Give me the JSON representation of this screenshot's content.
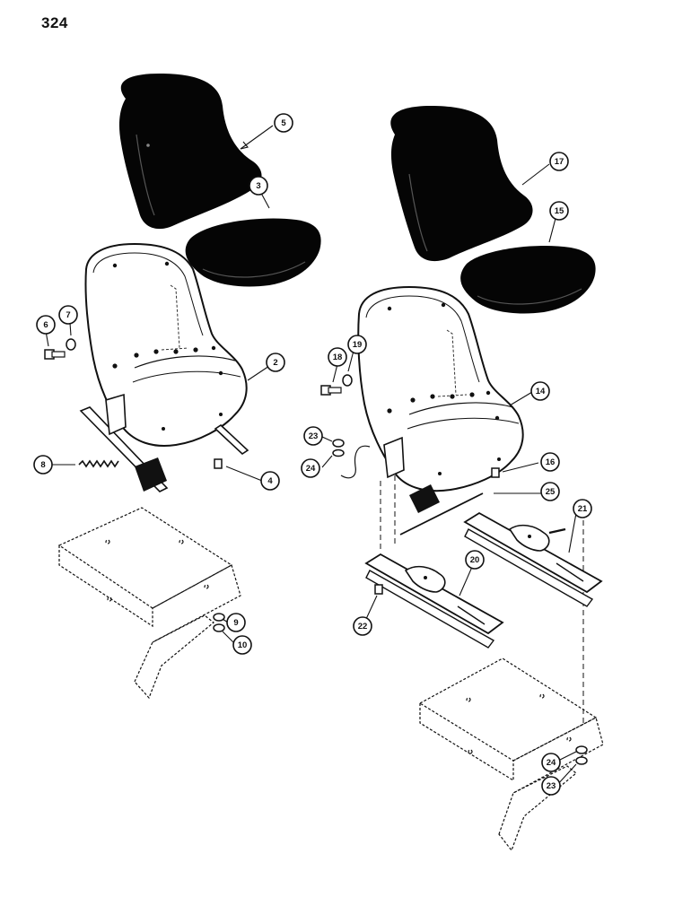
{
  "page": {
    "number": "324"
  },
  "callouts": [
    {
      "id": "c5",
      "label": "5"
    },
    {
      "id": "c3",
      "label": "3"
    },
    {
      "id": "c17",
      "label": "17"
    },
    {
      "id": "c15",
      "label": "15"
    },
    {
      "id": "c6",
      "label": "6"
    },
    {
      "id": "c7",
      "label": "7"
    },
    {
      "id": "c2",
      "label": "2"
    },
    {
      "id": "c18",
      "label": "18"
    },
    {
      "id": "c19",
      "label": "19"
    },
    {
      "id": "c14",
      "label": "14"
    },
    {
      "id": "c23a",
      "label": "23"
    },
    {
      "id": "c24a",
      "label": "24"
    },
    {
      "id": "c8",
      "label": "8"
    },
    {
      "id": "c4",
      "label": "4"
    },
    {
      "id": "c16",
      "label": "16"
    },
    {
      "id": "c25",
      "label": "25"
    },
    {
      "id": "c21",
      "label": "21"
    },
    {
      "id": "c20",
      "label": "20"
    },
    {
      "id": "c22",
      "label": "22"
    },
    {
      "id": "c9",
      "label": "9"
    },
    {
      "id": "c10",
      "label": "10"
    },
    {
      "id": "c24b",
      "label": "24"
    },
    {
      "id": "c23b",
      "label": "23"
    }
  ]
}
